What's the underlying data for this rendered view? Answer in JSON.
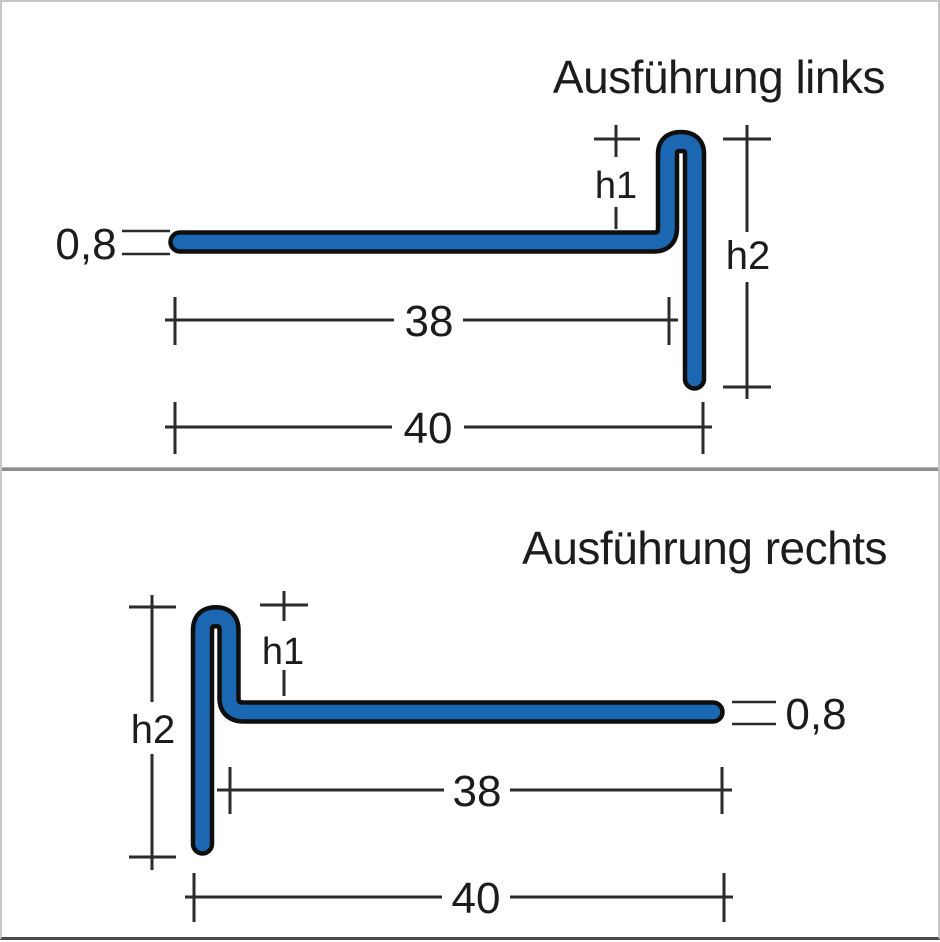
{
  "panels": [
    {
      "title": "Ausführung links",
      "labels": {
        "thickness": "0,8",
        "h1": "h1",
        "h2": "h2",
        "inner_length": "38",
        "total_length": "40"
      }
    },
    {
      "title": "Ausführung rechts",
      "labels": {
        "thickness": "0,8",
        "h1": "h1",
        "h2": "h2",
        "inner_length": "38",
        "total_length": "40"
      }
    }
  ],
  "colors": {
    "profile_fill": "#1c67b2",
    "profile_outline": "#0e0e0e",
    "title_gray": "#9b9b9b",
    "dimension_line": "#2b2b2b",
    "frame_border": "#c6c6c6",
    "frame_border_bottom": "#4a4a4a",
    "divider": "#8c8c8c"
  }
}
